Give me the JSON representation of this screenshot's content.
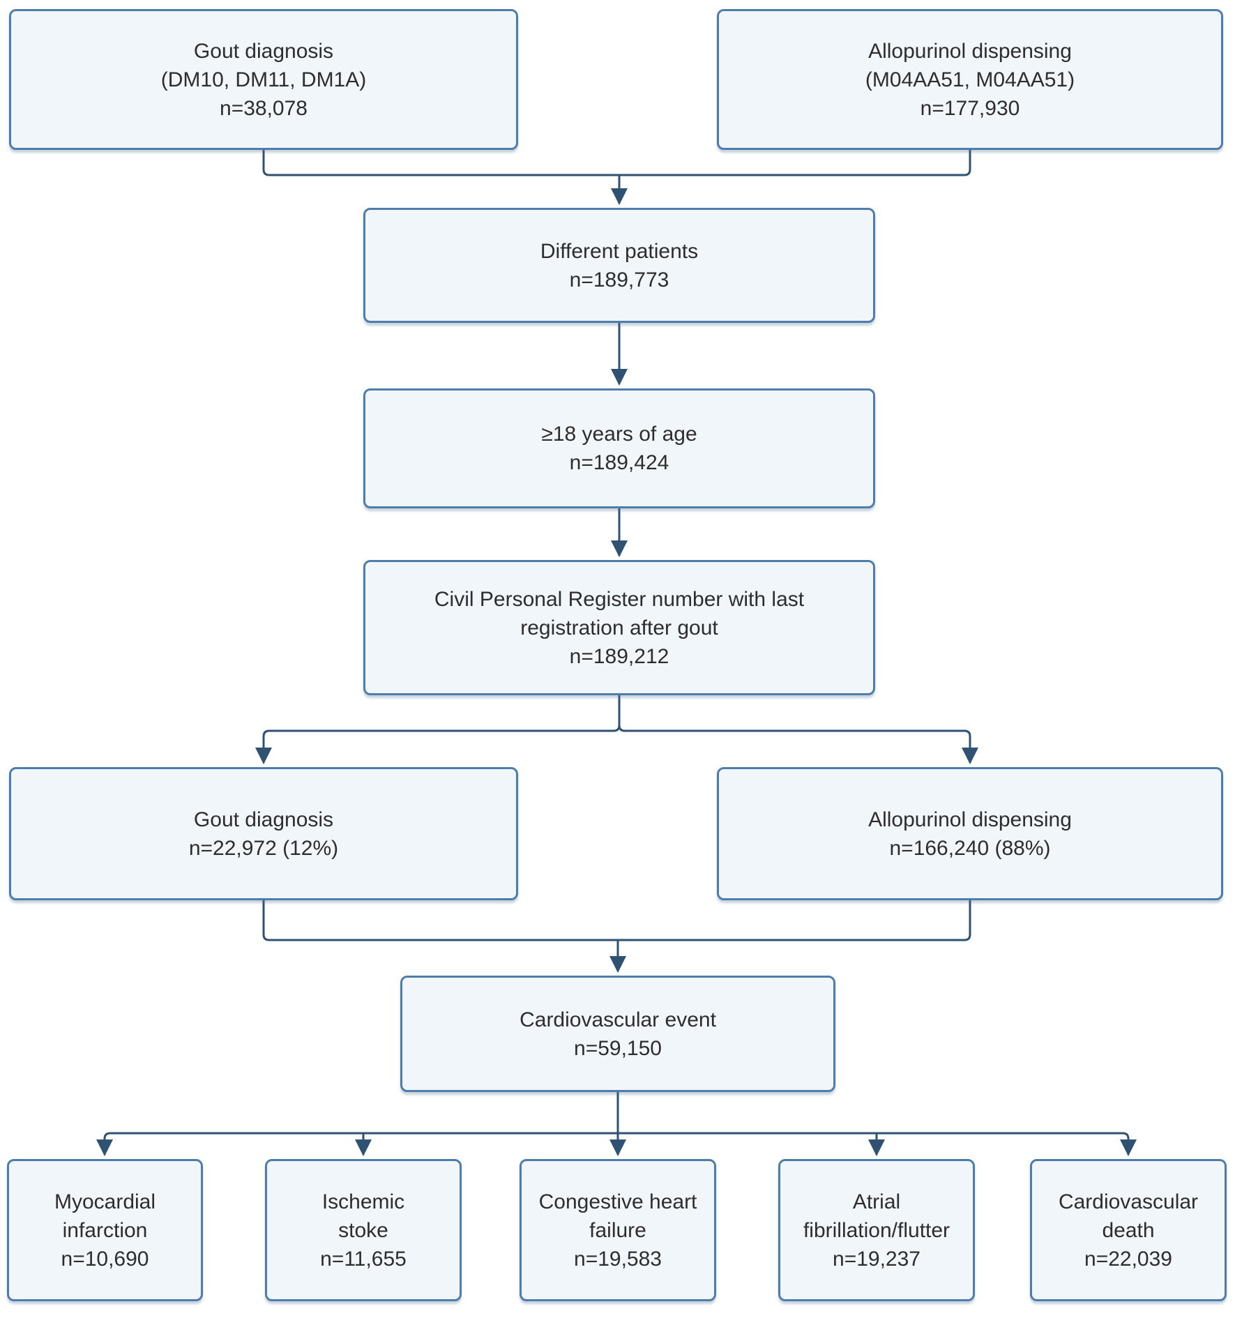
{
  "theme": {
    "canvas_bg": "#ffffff",
    "box_fill": "#f1f6fb",
    "box_border": "#4e7cab",
    "line_color": "#2f5273",
    "text_color": "#2d2d2d"
  },
  "diagram": {
    "type": "patient-flow-chart",
    "nodes": {
      "gout_top": {
        "lines": [
          "Gout diagnosis",
          "(DM10, DM11, DM1A)",
          "n=38,078"
        ]
      },
      "allo_top": {
        "lines": [
          "Allopurinol dispensing",
          "(M04AA51, M04AA51)",
          "n=177,930"
        ]
      },
      "different": {
        "lines": [
          "Different patients",
          "n=189,773"
        ]
      },
      "age18": {
        "lines": [
          "≥18 years of age",
          "n=189,424"
        ]
      },
      "cpr": {
        "lines": [
          "Civil Personal Register number with last",
          "registration after gout",
          "n=189,212"
        ]
      },
      "gout_cohort": {
        "lines": [
          "Gout diagnosis",
          "n=22,972 (12%)"
        ]
      },
      "allo_cohort": {
        "lines": [
          "Allopurinol dispensing",
          "n=166,240 (88%)"
        ]
      },
      "cv_event": {
        "lines": [
          "Cardiovascular event",
          "n=59,150"
        ]
      },
      "mi": {
        "lines": [
          "Myocardial",
          "infarction",
          "n=10,690"
        ]
      },
      "stroke": {
        "lines": [
          "Ischemic",
          "stoke",
          "n=11,655"
        ]
      },
      "chf": {
        "lines": [
          "Congestive heart",
          "failure",
          "n=19,583"
        ]
      },
      "af": {
        "lines": [
          "Atrial",
          "fibrillation/flutter",
          "n=19,237"
        ]
      },
      "cvd": {
        "lines": [
          "Cardiovascular",
          "death",
          "n=22,039"
        ]
      }
    },
    "edges": [
      {
        "from": "gout_top",
        "to": "different"
      },
      {
        "from": "allo_top",
        "to": "different"
      },
      {
        "from": "different",
        "to": "age18"
      },
      {
        "from": "age18",
        "to": "cpr"
      },
      {
        "from": "cpr",
        "to": "gout_cohort"
      },
      {
        "from": "cpr",
        "to": "allo_cohort"
      },
      {
        "from": "gout_cohort",
        "to": "cv_event"
      },
      {
        "from": "allo_cohort",
        "to": "cv_event"
      },
      {
        "from": "cv_event",
        "to": "mi"
      },
      {
        "from": "cv_event",
        "to": "stroke"
      },
      {
        "from": "cv_event",
        "to": "chf"
      },
      {
        "from": "cv_event",
        "to": "af"
      },
      {
        "from": "cv_event",
        "to": "cvd"
      }
    ]
  }
}
